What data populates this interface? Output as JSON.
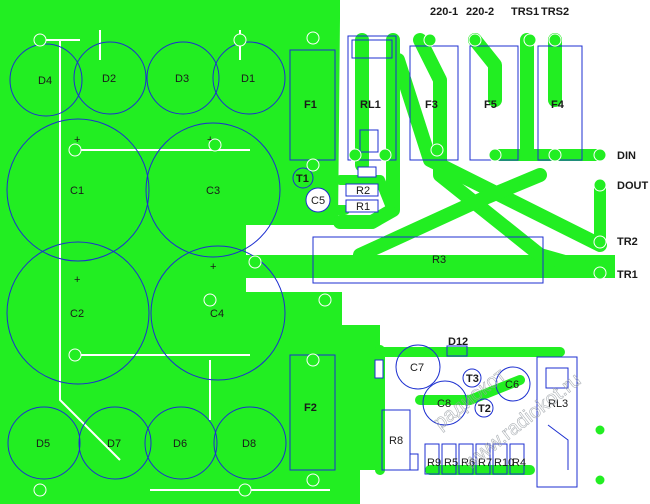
{
  "header_labels": [
    "220-1",
    "220-2",
    "TRS1",
    "TRS2"
  ],
  "connectors": [
    "DIN",
    "DOUT",
    "TR2",
    "TR1"
  ],
  "diodes": [
    "D4",
    "D2",
    "D3",
    "D1",
    "D5",
    "D7",
    "D6",
    "D8"
  ],
  "caps": [
    "C1",
    "C3",
    "C2",
    "C4",
    "C5",
    "C7",
    "C8",
    "C6"
  ],
  "fuses": [
    "F1",
    "F3",
    "F5",
    "F4",
    "F2"
  ],
  "relays": [
    "RL1",
    "RL3"
  ],
  "resistors": [
    "R1",
    "R2",
    "R3",
    "R8",
    "R9",
    "R5",
    "R6",
    "R7",
    "R10",
    "R4"
  ],
  "small_parts": [
    "T1",
    "T3",
    "T2",
    "D12"
  ],
  "watermark": [
    "www.radiokot.ru",
    "радиокот"
  ],
  "colors": {
    "copper": "#22ee22",
    "silk": "#1c2fd0",
    "board": "#ffffff"
  }
}
